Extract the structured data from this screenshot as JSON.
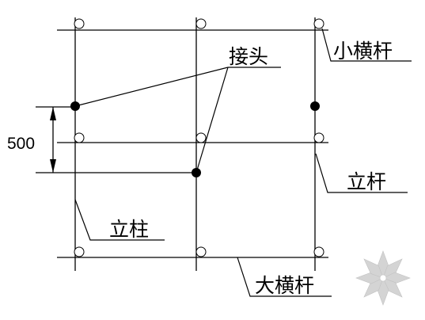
{
  "diagram": {
    "labels": {
      "small_crossbar": "小横杆",
      "joint": "接头",
      "upright_pole": "立杆",
      "column": "立柱",
      "large_crossbar": "大横杆"
    },
    "dimension": {
      "value": "500"
    },
    "watermark": {
      "icon": "flower-watermark-icon"
    },
    "colors": {
      "line": "#000000",
      "background": "#ffffff",
      "watermark": "#d4d4d4"
    }
  }
}
